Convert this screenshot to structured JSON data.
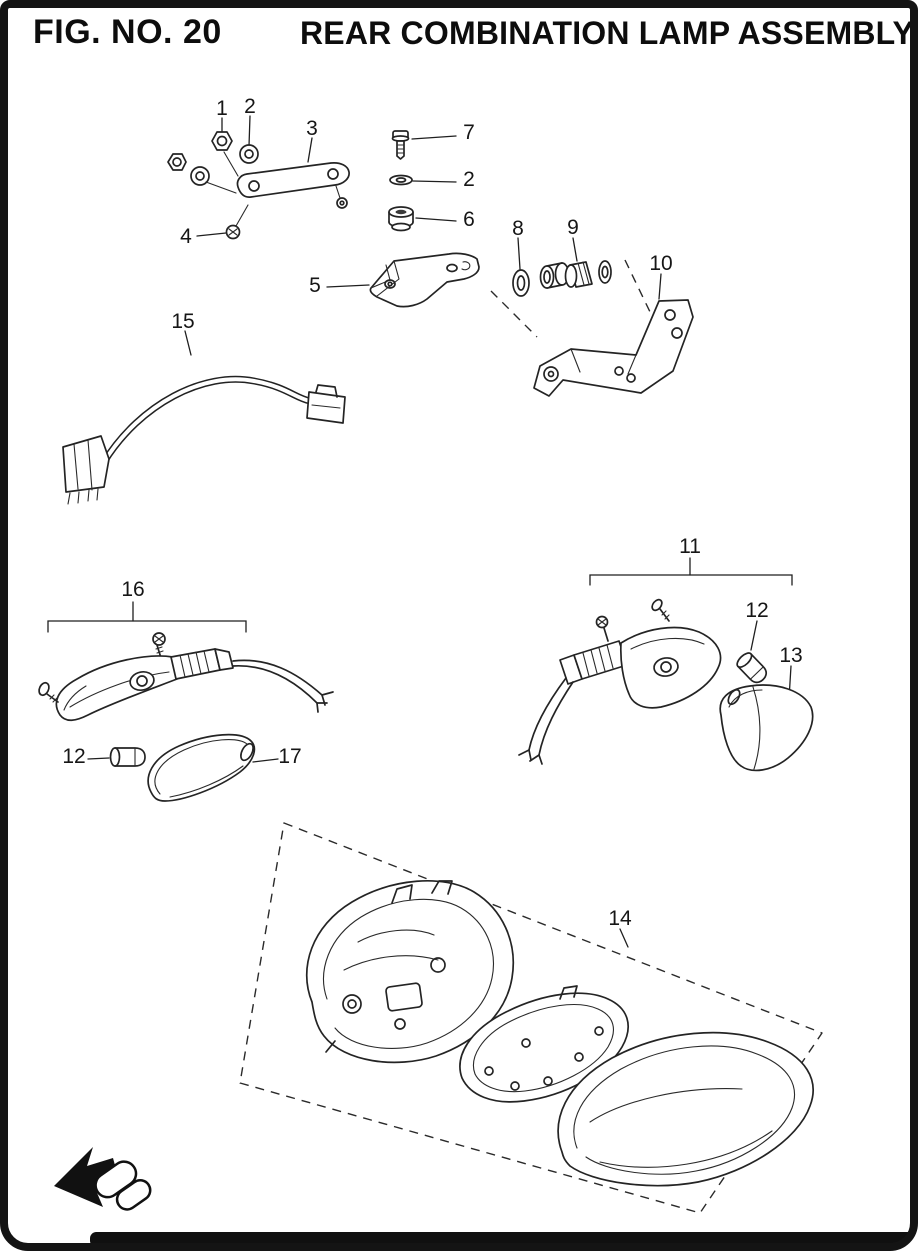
{
  "header": {
    "fig_no": "FIG. NO. 20",
    "title": "REAR COMBINATION LAMP ASSEMBLY"
  },
  "callouts": {
    "n1": "1",
    "n2a": "2",
    "n2b": "2",
    "n3": "3",
    "n4": "4",
    "n5": "5",
    "n6": "6",
    "n7": "7",
    "n8": "8",
    "n9": "9",
    "n10": "10",
    "n11": "11",
    "n12a": "12",
    "n12b": "12",
    "n13": "13",
    "n14": "14",
    "n15": "15",
    "n16": "16",
    "n17": "17"
  },
  "colors": {
    "ink": "#242424",
    "paper": "#ffffff",
    "frame": "#141414"
  }
}
